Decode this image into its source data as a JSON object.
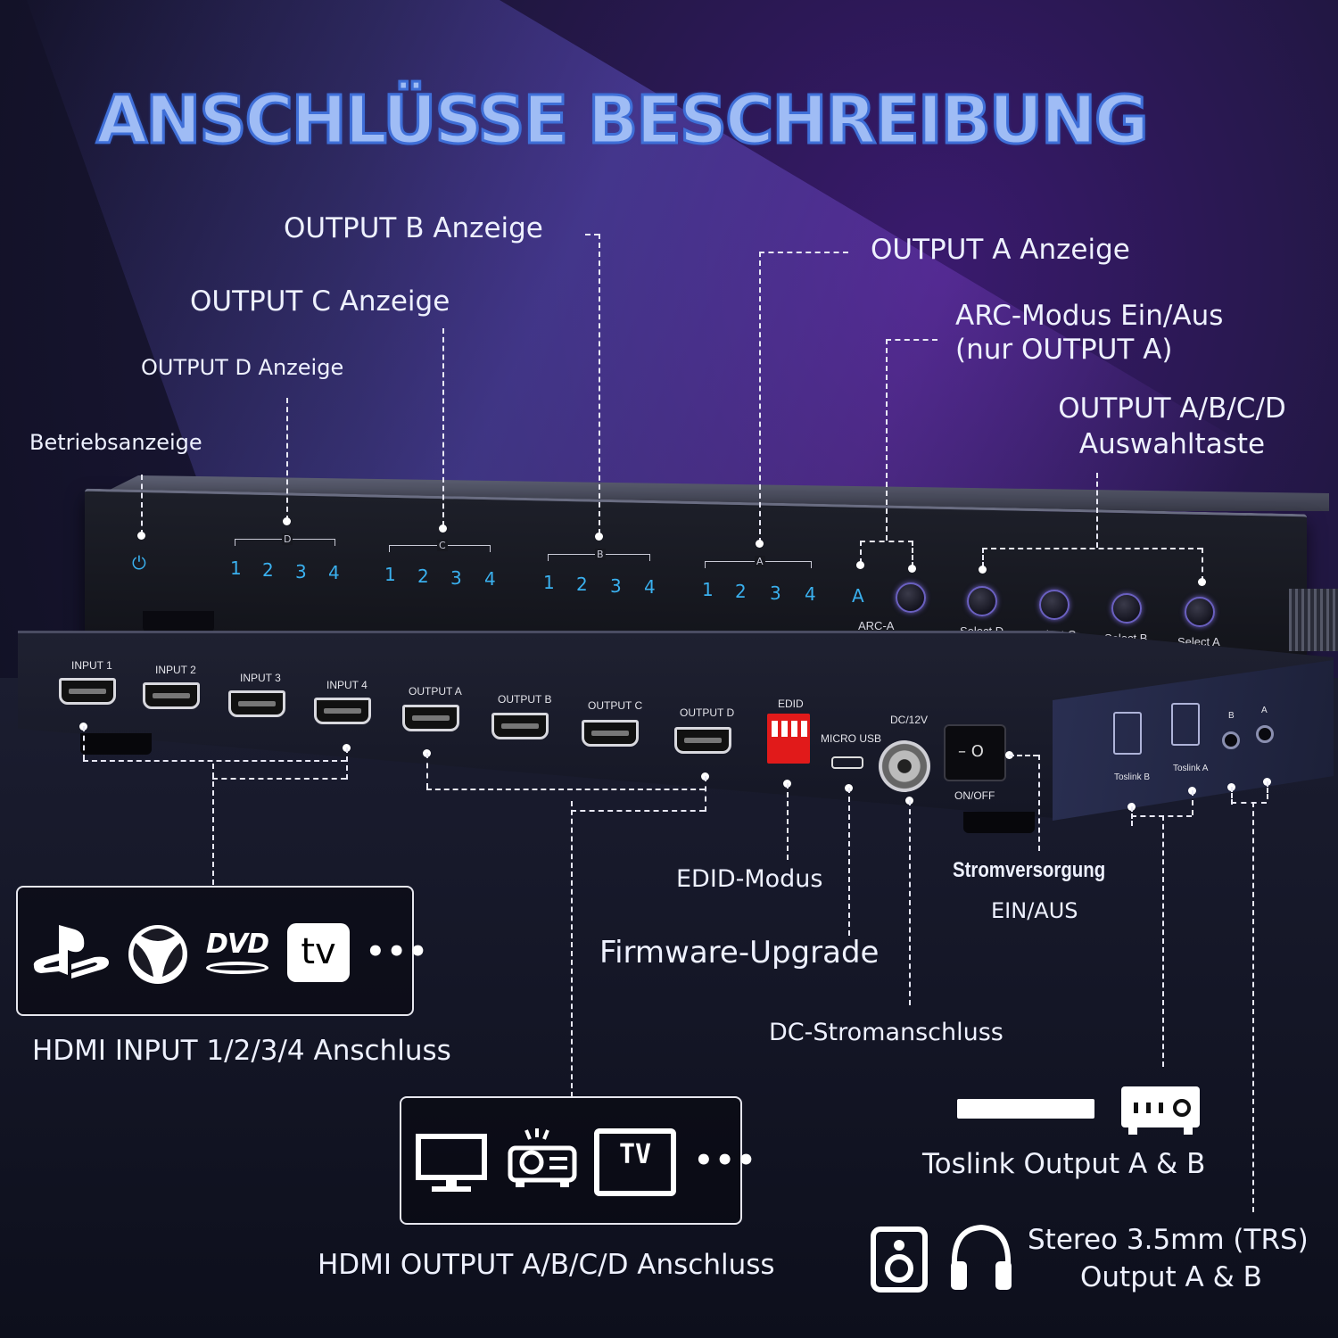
{
  "headline": "ANSCHLÜSSE BESCHREIBUNG",
  "labels": {
    "output_b": "OUTPUT B Anzeige",
    "output_a": "OUTPUT A Anzeige",
    "output_c": "OUTPUT C Anzeige",
    "arc_line1": "ARC-Modus Ein/Aus",
    "arc_line2": "(nur OUTPUT A)",
    "output_d": "OUTPUT D Anzeige",
    "select_line1": "OUTPUT A/B/C/D",
    "select_line2": "Auswahltaste",
    "power_led": "Betriebsanzeige",
    "edid": "EDID-Modus",
    "strom": "Stromversorgung",
    "einaus": "EIN/AUS",
    "firmware": "Firmware-Upgrade",
    "dc": "DC-Stromanschluss",
    "hdmi_in": "HDMI INPUT 1/2/3/4 Anschluss",
    "hdmi_out": "HDMI OUTPUT A/B/C/D Anschluss",
    "toslink": "Toslink Output A & B",
    "stereo_line1": "Stereo 3.5mm (TRS)",
    "stereo_line2": "Output A & B"
  },
  "front_panel": {
    "groups": [
      {
        "letter": "D",
        "leds": [
          "1",
          "2",
          "3",
          "4"
        ]
      },
      {
        "letter": "C",
        "leds": [
          "1",
          "2",
          "3",
          "4"
        ]
      },
      {
        "letter": "B",
        "leds": [
          "1",
          "2",
          "3",
          "4"
        ]
      },
      {
        "letter": "A",
        "leds": [
          "1",
          "2",
          "3",
          "4"
        ]
      }
    ],
    "arc_led": "A",
    "arc_label": "ARC-A",
    "power_symbol": "⏻",
    "buttons": [
      "Select D",
      "Select C",
      "Select B",
      "Select A"
    ]
  },
  "back_panel": {
    "ports": [
      "INPUT 1",
      "INPUT 2",
      "INPUT 3",
      "INPUT 4",
      "OUTPUT A",
      "OUTPUT B",
      "OUTPUT C",
      "OUTPUT D"
    ],
    "edid": "EDID",
    "micro_usb": "MICRO USB",
    "dc12v": "DC/12V",
    "onoff": "ON/OFF",
    "toslink_b": "Toslink B",
    "toslink_a": "Toslink A",
    "jack_b": "B",
    "jack_a": "A"
  },
  "source_icons": [
    "playstation-icon",
    "xbox-icon",
    "dvd-icon",
    "apple-tv-icon"
  ],
  "sink_icons": [
    "monitor-icon",
    "projector-icon",
    "tv-icon"
  ],
  "apple_tv_text": "tv",
  "tv_text": "TV",
  "dots": "•••",
  "dvd_text": "DVD"
}
